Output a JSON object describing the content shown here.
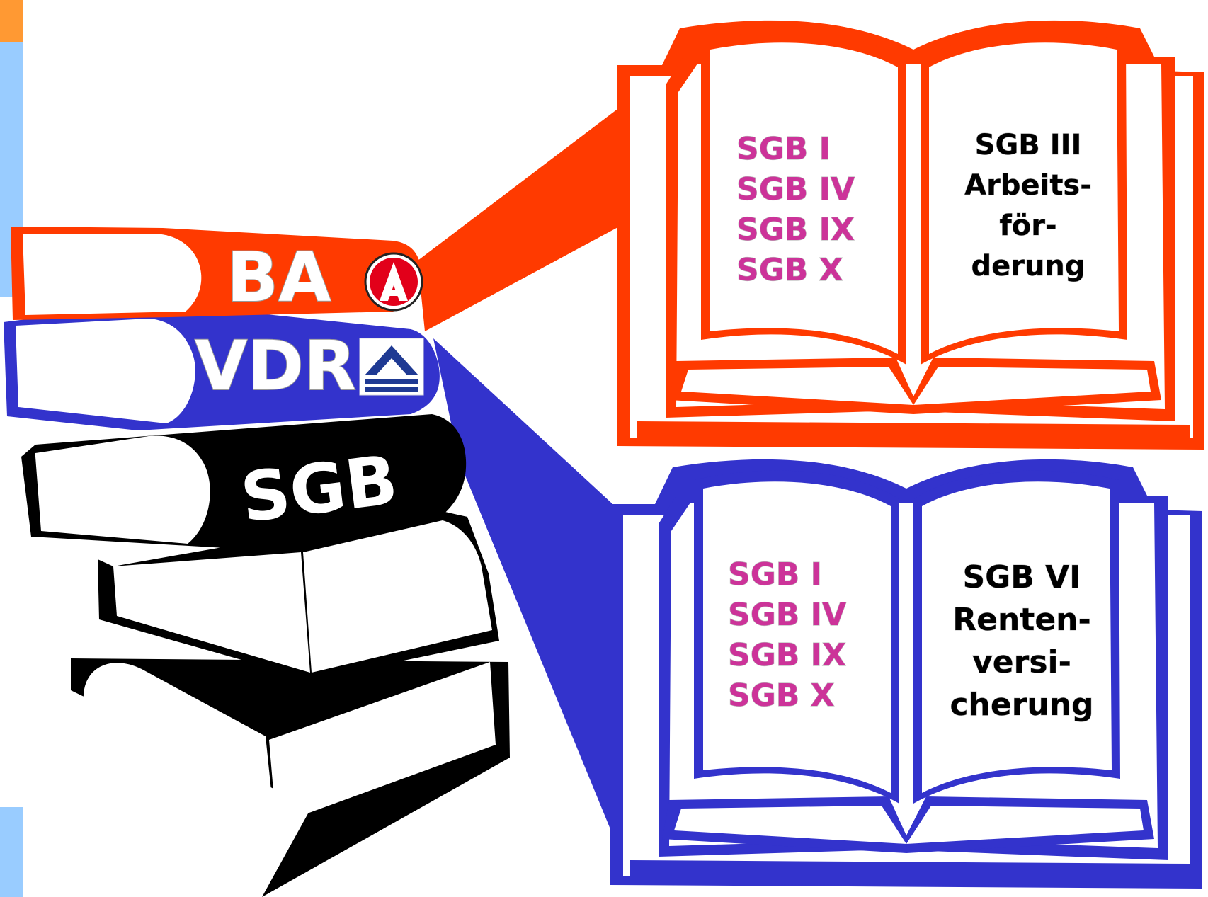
{
  "colors": {
    "ba_orange": "#FF3A00",
    "vdr_blue": "#3333CC",
    "sgb_black": "#000000",
    "magenta": "#CC3399",
    "side_bar_orange": "#FF9933",
    "side_bar_blue": "#99CCFF"
  },
  "stack": {
    "ba_label": "BA",
    "vdr_label": "VDR",
    "sgb_label": "SGB",
    "ba_logo_icon": "arbeitsagentur-logo-icon",
    "vdr_logo_icon": "vdr-logo-icon"
  },
  "book_ba": {
    "left_page": [
      "SGB I",
      "SGB IV",
      "SGB IX",
      "SGB X"
    ],
    "right_page": [
      "SGB III",
      "Arbeits-",
      "för-",
      "derung"
    ]
  },
  "book_vdr": {
    "left_page": [
      "SGB I",
      "SGB IV",
      "SGB IX",
      "SGB X"
    ],
    "right_page": [
      "SGB VI",
      "Renten-",
      "versi-",
      "cherung"
    ]
  }
}
